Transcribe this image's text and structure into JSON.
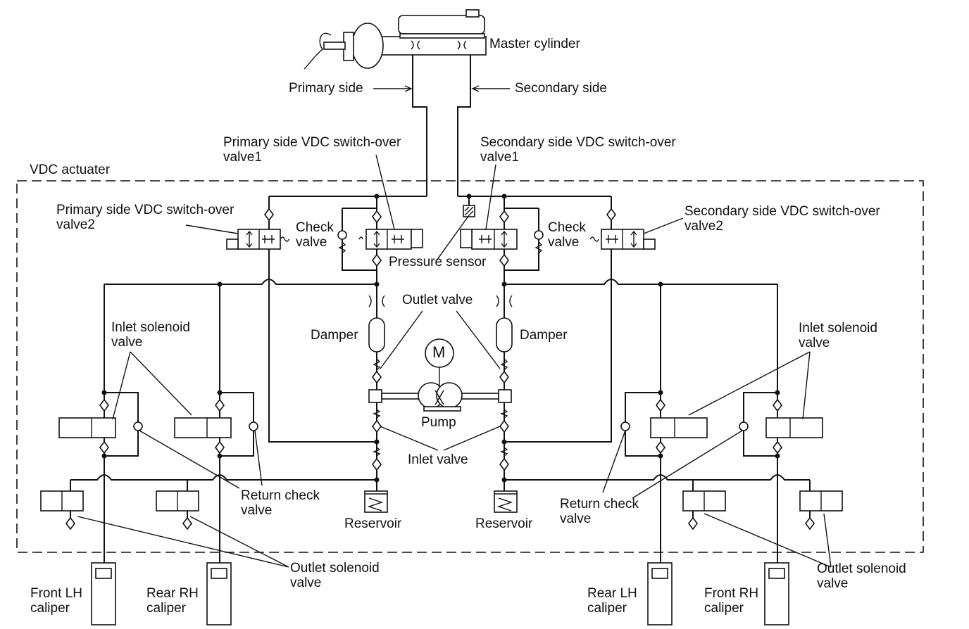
{
  "labels": {
    "master_cylinder": "Master cylinder",
    "primary_side": "Primary side",
    "secondary_side": "Secondary side",
    "primary_switch_valve1": [
      "Primary side VDC switch-over",
      "valve1"
    ],
    "secondary_switch_valve1": [
      "Secondary side VDC switch-over",
      "valve1"
    ],
    "vdc_actuator": "VDC actuater",
    "primary_switch_valve2": [
      "Primary side VDC switch-over",
      "valve2"
    ],
    "secondary_switch_valve2": [
      "Secondary side VDC switch-over",
      "valve2"
    ],
    "check_valve_left": [
      "Check",
      "valve"
    ],
    "check_valve_right": [
      "Check",
      "valve"
    ],
    "pressure_sensor": "Pressure sensor",
    "outlet_valve": "Outlet valve",
    "damper_left": "Damper",
    "damper_right": "Damper",
    "pump_motor": "M",
    "pump": "Pump",
    "inlet_valve": "Inlet valve",
    "inlet_solenoid_left": [
      "Inlet solenoid",
      "valve"
    ],
    "inlet_solenoid_right": [
      "Inlet solenoid",
      "valve"
    ],
    "return_check_left": [
      "Return check",
      "valve"
    ],
    "return_check_right": [
      "Return check",
      "valve"
    ],
    "reservoir_left": "Reservoir",
    "reservoir_right": "Reservoir",
    "outlet_solenoid_left": [
      "Outlet solenoid",
      "valve"
    ],
    "outlet_solenoid_right": [
      "Outlet solenoid",
      "valve"
    ],
    "front_lh_caliper": [
      "Front LH",
      "caliper"
    ],
    "rear_rh_caliper": [
      "Rear RH",
      "caliper"
    ],
    "rear_lh_caliper": [
      "Rear LH",
      "caliper"
    ],
    "front_rh_caliper": [
      "Front RH",
      "caliper"
    ]
  }
}
